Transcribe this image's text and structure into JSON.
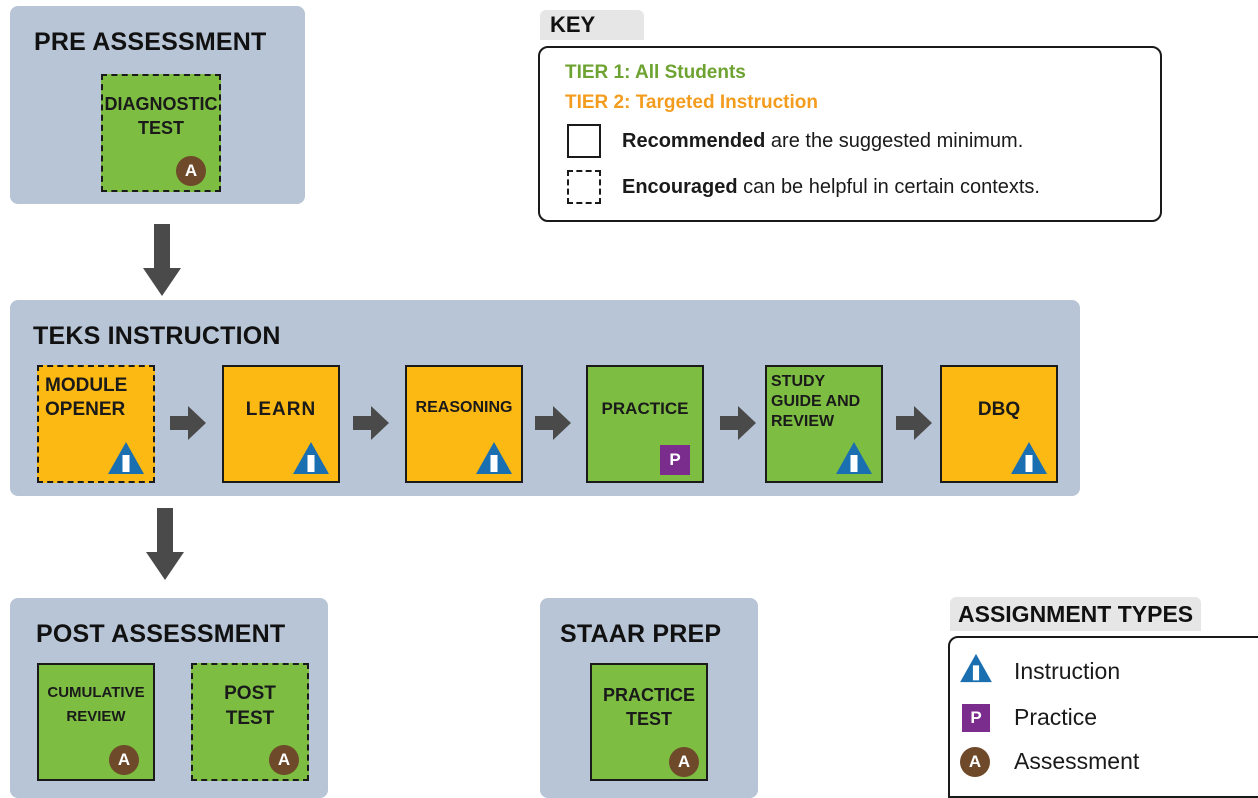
{
  "key": {
    "title": "KEY",
    "tier1": "TIER 1: All Students",
    "tier2": "TIER 2: Targeted Instruction",
    "recommended_bold": "Recommended",
    "recommended_rest": " are the suggested minimum.",
    "encouraged_bold": "Encouraged",
    "encouraged_rest": " can be helpful in certain contexts."
  },
  "pre_assessment": {
    "title": "PRE ASSESSMENT",
    "card": {
      "line1": "DIAGNOSTIC",
      "line2": "TEST",
      "badge": "A"
    }
  },
  "teks": {
    "title": "TEKS INSTRUCTION",
    "cards": [
      {
        "line1": "MODULE",
        "line2": "OPENER",
        "badge": "I"
      },
      {
        "line1": "LEARN",
        "badge": "I"
      },
      {
        "line1": "REASONING",
        "badge": "I"
      },
      {
        "line1": "PRACTICE",
        "badge": "P"
      },
      {
        "line1": "STUDY",
        "line2": "GUIDE AND",
        "line3": "REVIEW",
        "badge": "I"
      },
      {
        "line1": "DBQ",
        "badge": "I"
      }
    ]
  },
  "post_assessment": {
    "title": "POST ASSESSMENT",
    "cards": [
      {
        "line1": "CUMULATIVE",
        "line2": "REVIEW",
        "badge": "A"
      },
      {
        "line1": "POST",
        "line2": "TEST",
        "badge": "A"
      }
    ]
  },
  "staar": {
    "title": "STAAR PREP",
    "card": {
      "line1": "PRACTICE",
      "line2": "TEST",
      "badge": "A"
    }
  },
  "assignment_types": {
    "title": "ASSIGNMENT TYPES",
    "items": [
      {
        "badge": "I",
        "label": "Instruction"
      },
      {
        "badge": "P",
        "label": "Practice"
      },
      {
        "badge": "A",
        "label": "Assessment"
      }
    ]
  },
  "colors": {
    "panel": "#b8c5d6",
    "tier1_green": "#7cbd42",
    "tier2_orange": "#fcb813",
    "instruction_blue": "#1a6fb0",
    "practice_purple": "#7b2d8e",
    "assessment_brown": "#6e4a2a",
    "arrow_gray": "#4a4a4a"
  }
}
